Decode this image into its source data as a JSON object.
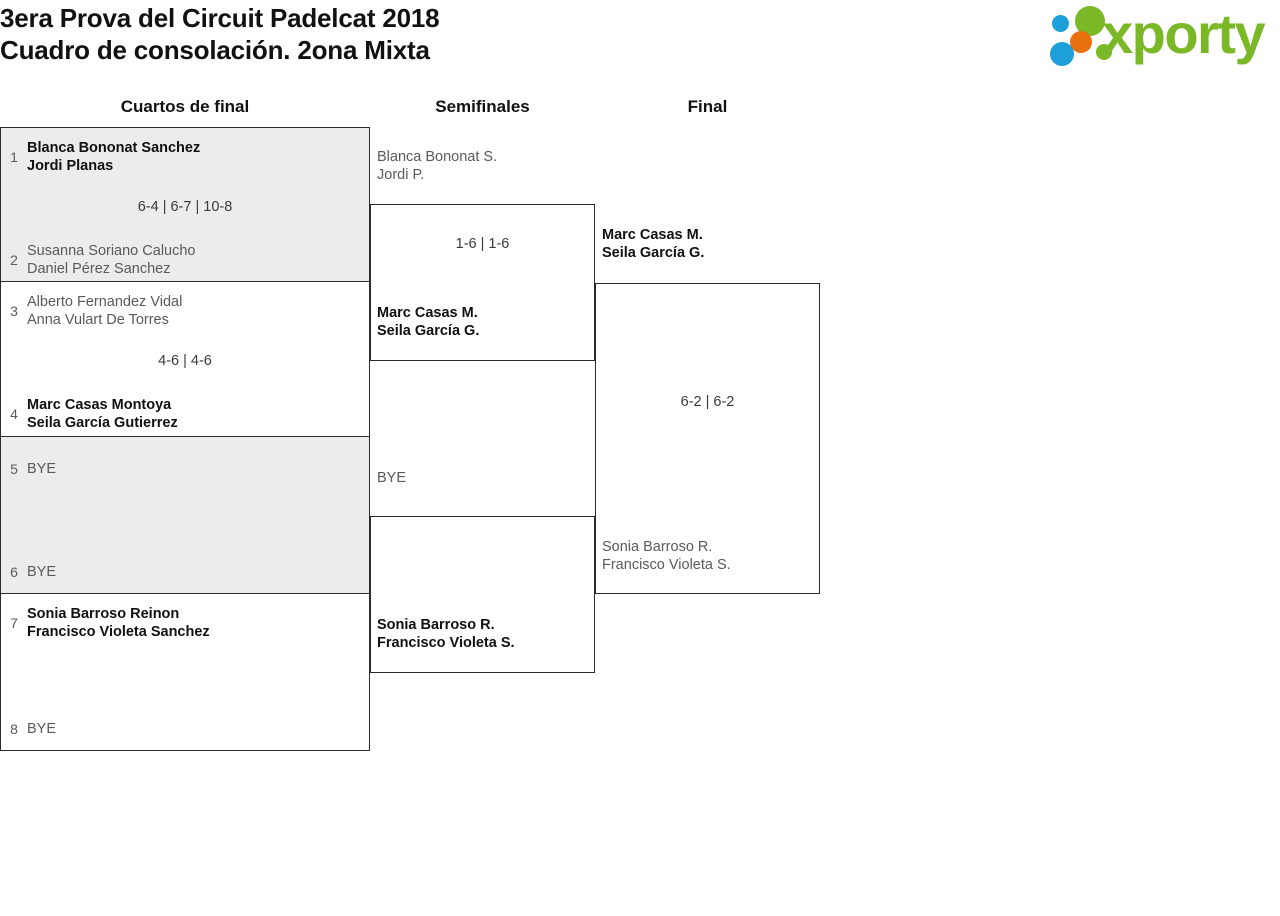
{
  "header": {
    "title_line1": "3era Prova del Circuit Padelcat 2018",
    "title_line2": "Cuadro de consolación. 2ona Mixta",
    "logo_text": "xporty",
    "logo_colors": {
      "green": "#7ab828",
      "blue": "#1d9fd9",
      "orange": "#e8700f"
    }
  },
  "rounds": [
    {
      "label": "Cuartos de final"
    },
    {
      "label": "Semifinales"
    },
    {
      "label": "Final"
    }
  ],
  "quarterfinals": [
    {
      "shaded": true,
      "score": "6-4 | 6-7 | 10-8",
      "top": {
        "seed": "1",
        "line1": "Blanca Bononat Sanchez",
        "line2": "Jordi Planas",
        "winner": true
      },
      "bottom": {
        "seed": "2",
        "line1": "Susanna Soriano Calucho",
        "line2": "Daniel Pérez Sanchez",
        "winner": false
      }
    },
    {
      "shaded": false,
      "score": "4-6 | 4-6",
      "top": {
        "seed": "3",
        "line1": "Alberto Fernandez Vidal",
        "line2": "Anna Vulart De Torres",
        "winner": false
      },
      "bottom": {
        "seed": "4",
        "line1": "Marc Casas Montoya",
        "line2": "Seila García Gutierrez",
        "winner": true
      }
    },
    {
      "shaded": true,
      "score": "",
      "top": {
        "seed": "5",
        "line1": "BYE",
        "line2": "",
        "winner": false
      },
      "bottom": {
        "seed": "6",
        "line1": "BYE",
        "line2": "",
        "winner": false
      }
    },
    {
      "shaded": false,
      "score": "",
      "top": {
        "seed": "7",
        "line1": "Sonia Barroso Reinon",
        "line2": "Francisco Violeta Sanchez",
        "winner": true
      },
      "bottom": {
        "seed": "8",
        "line1": "BYE",
        "line2": "",
        "winner": false
      }
    }
  ],
  "semifinals": [
    {
      "score": "1-6 | 1-6",
      "top": {
        "line1": "Blanca Bononat S.",
        "line2": "Jordi P.",
        "winner": false
      },
      "bottom": {
        "line1": "Marc Casas M.",
        "line2": "Seila García G.",
        "winner": true
      }
    },
    {
      "score": "",
      "top": {
        "line1": "BYE",
        "line2": "",
        "winner": false
      },
      "bottom": {
        "line1": "Sonia Barroso R.",
        "line2": "Francisco Violeta S.",
        "winner": true
      }
    }
  ],
  "final": {
    "score": "6-2 | 6-2",
    "top": {
      "line1": "Marc Casas M.",
      "line2": "Seila García G.",
      "winner": true
    },
    "bottom": {
      "line1": "Sonia Barroso R.",
      "line2": "Francisco Violeta S.",
      "winner": false
    }
  }
}
